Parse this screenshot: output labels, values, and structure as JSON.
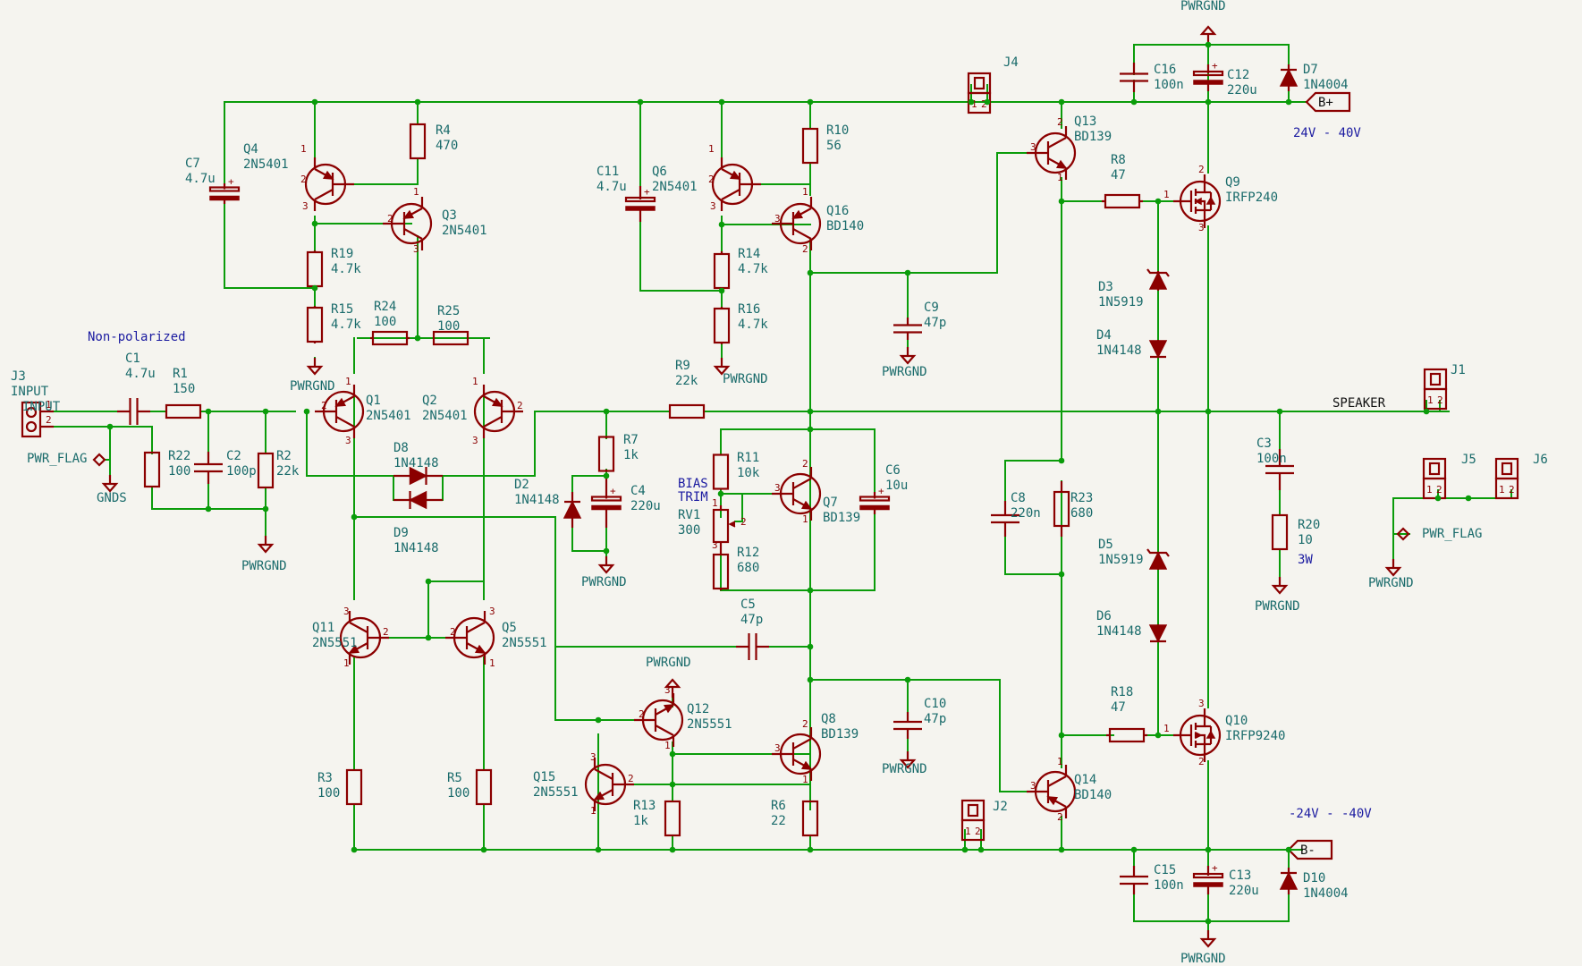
{
  "rails": {
    "pos_label": "B+",
    "neg_label": "B-",
    "pos_note": "24V - 40V",
    "neg_note": "-24V - -40V",
    "speaker": "SPEAKER",
    "non_polarized": "Non-polarized",
    "bias_trim_1": "BIAS",
    "bias_trim_2": "TRIM"
  },
  "power": {
    "pwrgnd": "PWRGND",
    "gnds": "GNDS",
    "pwr_flag": "PWR_FLAG"
  },
  "parts": {
    "J3": {
      "ref": "J3",
      "val": "INPUT"
    },
    "C1": {
      "ref": "C1",
      "val": "4.7u"
    },
    "R1": {
      "ref": "R1",
      "val": "150"
    },
    "R22": {
      "ref": "R22",
      "val": "100"
    },
    "C2": {
      "ref": "C2",
      "val": "100p"
    },
    "R2": {
      "ref": "R2",
      "val": "22k"
    },
    "C7": {
      "ref": "C7",
      "val": "4.7u"
    },
    "Q4": {
      "ref": "Q4",
      "val": "2N5401"
    },
    "R4": {
      "ref": "R4",
      "val": "470"
    },
    "Q3": {
      "ref": "Q3",
      "val": "2N5401"
    },
    "R19": {
      "ref": "R19",
      "val": "4.7k"
    },
    "R15": {
      "ref": "R15",
      "val": "4.7k"
    },
    "R24": {
      "ref": "R24",
      "val": "100"
    },
    "R25": {
      "ref": "R25",
      "val": "100"
    },
    "Q1": {
      "ref": "Q1",
      "val": "2N5401"
    },
    "Q2": {
      "ref": "Q2",
      "val": "2N5401"
    },
    "D8": {
      "ref": "D8",
      "val": "1N4148"
    },
    "D9": {
      "ref": "D9",
      "val": "1N4148"
    },
    "Q11": {
      "ref": "Q11",
      "val": "2N5551"
    },
    "Q5": {
      "ref": "Q5",
      "val": "2N5551"
    },
    "R3": {
      "ref": "R3",
      "val": "100"
    },
    "R5": {
      "ref": "R5",
      "val": "100"
    },
    "C11": {
      "ref": "C11",
      "val": "4.7u"
    },
    "Q6": {
      "ref": "Q6",
      "val": "2N5401"
    },
    "R10": {
      "ref": "R10",
      "val": "56"
    },
    "Q16": {
      "ref": "Q16",
      "val": "BD140"
    },
    "R14": {
      "ref": "R14",
      "val": "4.7k"
    },
    "R16": {
      "ref": "R16",
      "val": "4.7k"
    },
    "R9": {
      "ref": "R9",
      "val": "22k"
    },
    "R7": {
      "ref": "R7",
      "val": "1k"
    },
    "C4": {
      "ref": "C4",
      "val": "220u"
    },
    "D2": {
      "ref": "D2",
      "val": "1N4148"
    },
    "R11": {
      "ref": "R11",
      "val": "10k"
    },
    "RV1": {
      "ref": "RV1",
      "val": "300"
    },
    "R12": {
      "ref": "R12",
      "val": "680"
    },
    "Q7": {
      "ref": "Q7",
      "val": "BD139"
    },
    "C6": {
      "ref": "C6",
      "val": "10u"
    },
    "C5": {
      "ref": "C5",
      "val": "47p"
    },
    "Q12": {
      "ref": "Q12",
      "val": "2N5551"
    },
    "Q15": {
      "ref": "Q15",
      "val": "2N5551"
    },
    "R13": {
      "ref": "R13",
      "val": "1k"
    },
    "Q8": {
      "ref": "Q8",
      "val": "BD139"
    },
    "R6": {
      "ref": "R6",
      "val": "22"
    },
    "C9": {
      "ref": "C9",
      "val": "47p"
    },
    "C10": {
      "ref": "C10",
      "val": "47p"
    },
    "J4": {
      "ref": "J4",
      "val": ""
    },
    "J2": {
      "ref": "J2",
      "val": ""
    },
    "Q13": {
      "ref": "Q13",
      "val": "BD139"
    },
    "R8": {
      "ref": "R8",
      "val": "47"
    },
    "Q9": {
      "ref": "Q9",
      "val": "IRFP240"
    },
    "D3": {
      "ref": "D3",
      "val": "1N5919"
    },
    "D4": {
      "ref": "D4",
      "val": "1N4148"
    },
    "C8": {
      "ref": "C8",
      "val": "220n"
    },
    "R23": {
      "ref": "R23",
      "val": "680"
    },
    "D5": {
      "ref": "D5",
      "val": "1N5919"
    },
    "D6": {
      "ref": "D6",
      "val": "1N4148"
    },
    "R18": {
      "ref": "R18",
      "val": "47"
    },
    "Q10": {
      "ref": "Q10",
      "val": "IRFP9240"
    },
    "Q14": {
      "ref": "Q14",
      "val": "BD140"
    },
    "C16": {
      "ref": "C16",
      "val": "100n"
    },
    "C12": {
      "ref": "C12",
      "val": "220u"
    },
    "D7": {
      "ref": "D7",
      "val": "1N4004"
    },
    "C15": {
      "ref": "C15",
      "val": "100n"
    },
    "C13": {
      "ref": "C13",
      "val": "220u"
    },
    "D10": {
      "ref": "D10",
      "val": "1N4004"
    },
    "J1": {
      "ref": "J1",
      "val": ""
    },
    "C3": {
      "ref": "C3",
      "val": "100n"
    },
    "R20": {
      "ref": "R20",
      "val": "10",
      "extra": "3W"
    },
    "J5": {
      "ref": "J5",
      "val": ""
    },
    "J6": {
      "ref": "J6",
      "val": ""
    }
  }
}
